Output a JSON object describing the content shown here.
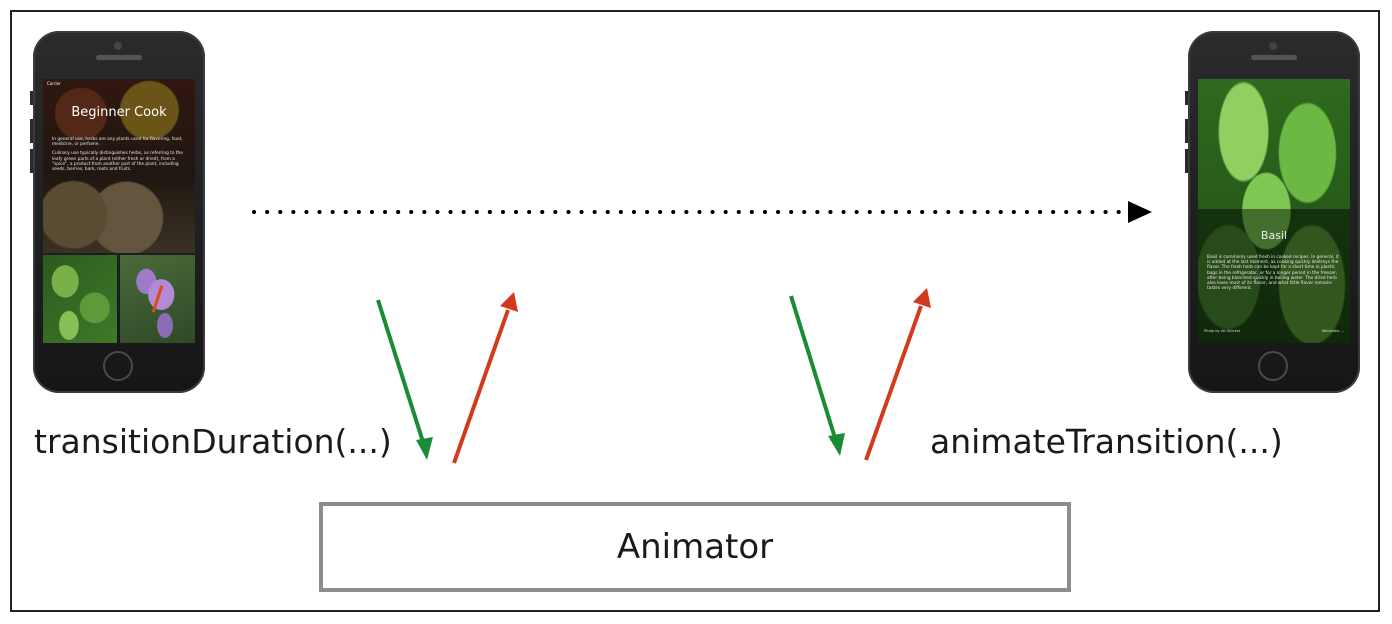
{
  "labels": {
    "left_method": "transitionDuration(...)",
    "right_method": "animateTransition(...)",
    "animator": "Animator"
  },
  "left_phone": {
    "title": "Beginner Cook",
    "status": "Carrier",
    "para1": "In general use, herbs are any plants used for flavoring, food, medicine, or perfume.",
    "para2": "Culinary use typically distinguishes herbs, as referring to the leafy green parts of a plant (either fresh or dried), from a \"spice\", a product from another part of the plant, including seeds, berries, bark, roots and fruits."
  },
  "right_phone": {
    "title": "Basil",
    "body": "Basil is commonly used fresh in cooked recipes. In general, it is added at the last moment, as cooking quickly destroys the flavor. The fresh herb can be kept for a short time in plastic bags in the refrigerator, or for a longer period in the freezer, after being blanched quickly in boiling water. The dried herb also loses most of its flavor, and what little flavor remains tastes very different.",
    "foot_left": "Photo by Ali Gilcrest",
    "foot_right": "Wikipedia ..."
  },
  "colors": {
    "request_arrow": "#1a8c36",
    "response_arrow": "#d33a1d",
    "transition_arrow": "#000000",
    "animator_border": "#8a8d90"
  }
}
